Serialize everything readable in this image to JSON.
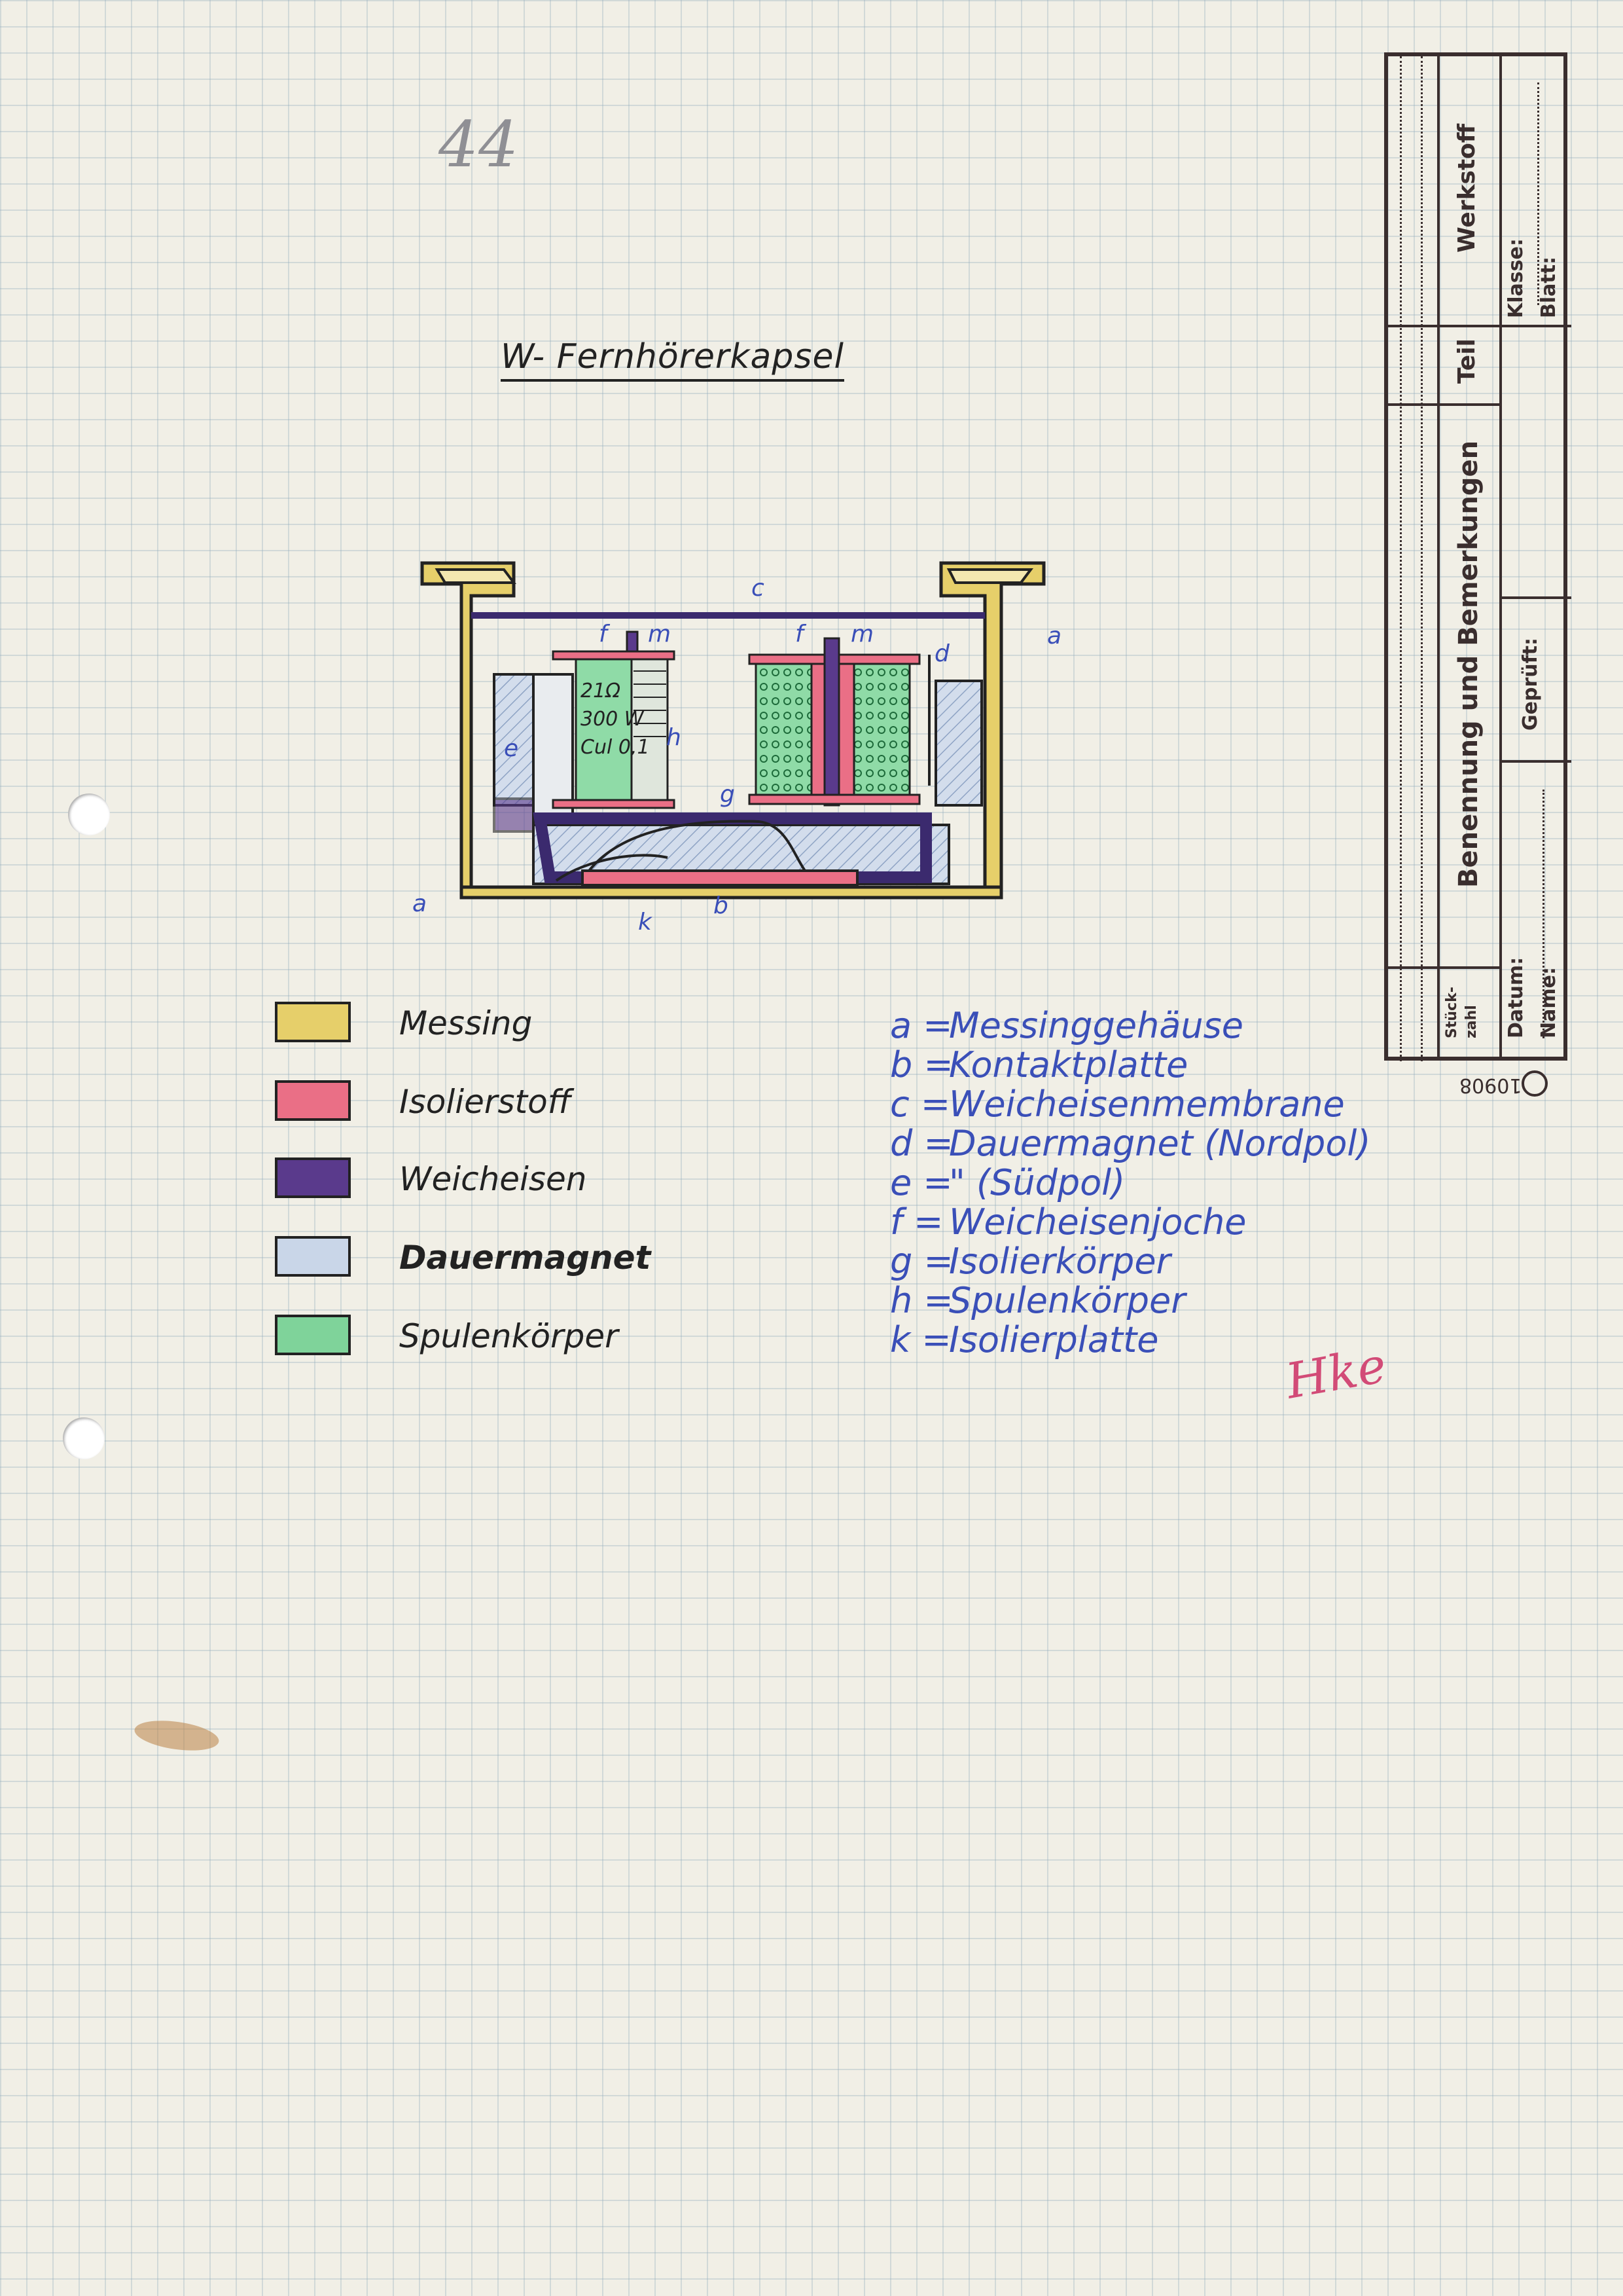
{
  "page_number": "44",
  "title": "W- Fernhörerkapsel",
  "drawing": {
    "labels": [
      "a",
      "b",
      "c",
      "d",
      "e",
      "f",
      "g",
      "h",
      "k",
      "m"
    ],
    "coil_notes": [
      "21Ω",
      "300 W",
      "Cul 0,1"
    ]
  },
  "legend": [
    {
      "label": "Messing",
      "color": "#e6cf6a"
    },
    {
      "label": "Isolierstoff",
      "color": "#ea6f86"
    },
    {
      "label": "Weicheisen",
      "color": "#5a3a8c"
    },
    {
      "label": "Dauermagnet",
      "color": "#c9d6e8"
    },
    {
      "label": "Spulenkörper",
      "color": "#7fd39a"
    }
  ],
  "parts": [
    {
      "key": "a =",
      "text": "Messinggehäuse"
    },
    {
      "key": "b =",
      "text": "Kontaktplatte"
    },
    {
      "key": "c =",
      "text": "Weicheisenmembrane"
    },
    {
      "key": "d =",
      "text": "Dauermagnet (Nordpol)"
    },
    {
      "key": "e =",
      "text": "\"        (Südpol)"
    },
    {
      "key": "f =",
      "text": "Weicheisenjoche"
    },
    {
      "key": "g =",
      "text": "Isolierkörper"
    },
    {
      "key": "h =",
      "text": "Spulenkörper"
    },
    {
      "key": "k =",
      "text": "Isolierplatte"
    }
  ],
  "title_block": {
    "werkstoff": "Werkstoff",
    "klasse": "Klasse:",
    "blatt": "Blatt:",
    "teil": "Teil",
    "benennung": "Benennung und Bemerkungen",
    "geprueft": "Geprüft:",
    "stueckzahl_1": "Stück-",
    "stueckzahl_2": "zahl",
    "datum": "Datum:",
    "name": "Name:"
  },
  "form_code": "10908",
  "initials": "Hke"
}
